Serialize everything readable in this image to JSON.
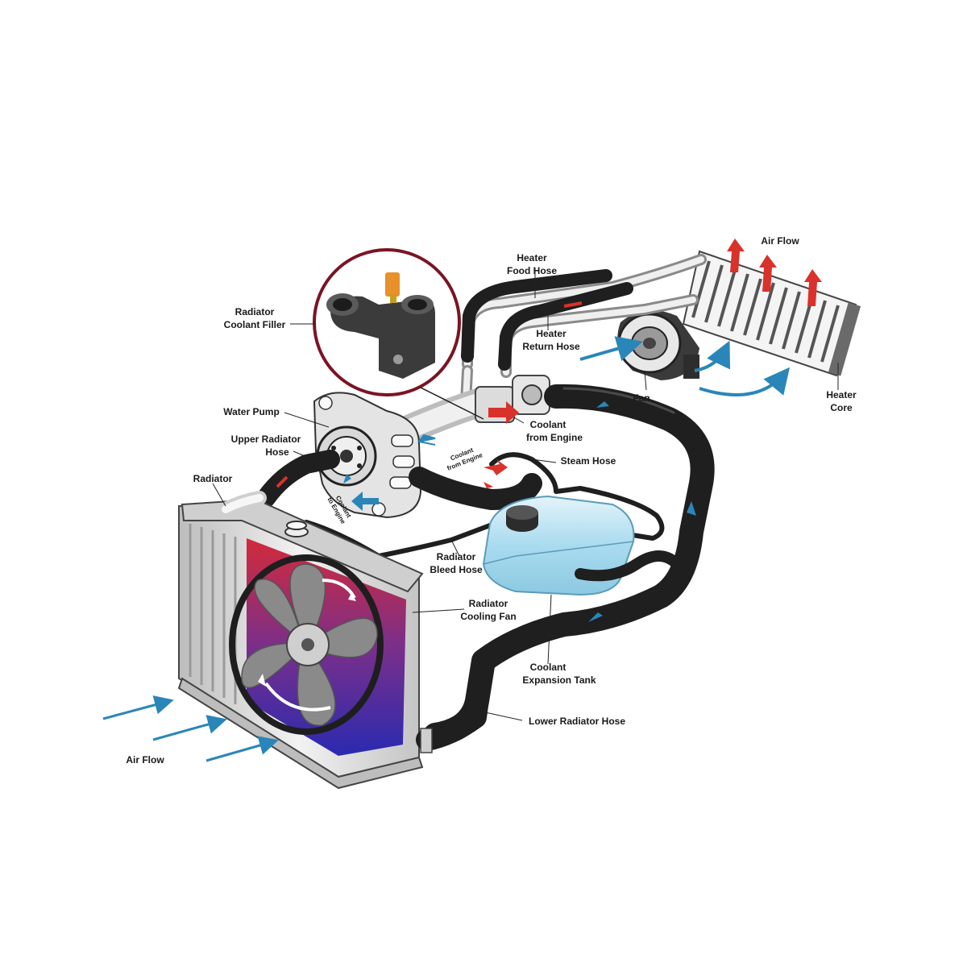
{
  "labels": {
    "heater_food_hose": [
      "Heater",
      "Food Hose"
    ],
    "air_flow_top": "Air Flow",
    "radiator_coolant_filler": [
      "Radiator",
      "Coolant Filler"
    ],
    "heater_return_hose": [
      "Heater",
      "Return Hose"
    ],
    "fan": "Fan",
    "heater_core": [
      "Heater",
      "Core"
    ],
    "water_pump": "Water Pump",
    "coolant_from_engine": [
      "Coolant",
      "from Engine"
    ],
    "upper_radiator_hose": [
      "Upper Radiator",
      "Hose"
    ],
    "coolant_from_engine_small": [
      "Coolant",
      "from Engine"
    ],
    "steam_hose": "Steam Hose",
    "radiator": "Radiator",
    "coolant_to_engine_small": [
      "Coolant",
      "to Engine"
    ],
    "radiator_bleed_hose": [
      "Radiator",
      "Bleed Hose"
    ],
    "radiator_cooling_fan": [
      "Radiator",
      "Cooling Fan"
    ],
    "coolant_expansion_tank": [
      "Coolant",
      "Expansion Tank"
    ],
    "lower_radiator_hose": "Lower Radiator Hose",
    "air_flow_bottom": "Air Flow"
  },
  "colors": {
    "hose": "#1f1f1f",
    "hot_arrow": "#d9322a",
    "cold_arrow": "#2a86b8",
    "tank": "#bfe3f2",
    "radiator_frame": "#d7d7d7"
  }
}
